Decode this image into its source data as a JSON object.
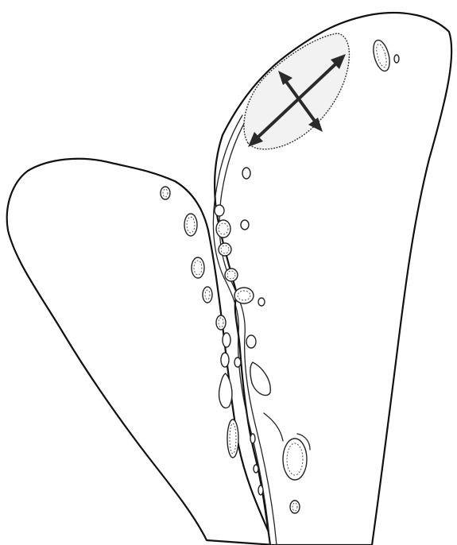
{
  "drawing": {
    "left_lobe": "left-tissue-lobe",
    "right_lobe": "right-tissue-lobe",
    "lesion": "oval-lesion",
    "measurement_arrows": 2,
    "vesicle_count": 34
  },
  "colors": {
    "line": "#111111",
    "arrow": "#2a2a2a",
    "lesion_fill": "#f2f2f2",
    "background": "#ffffff"
  }
}
